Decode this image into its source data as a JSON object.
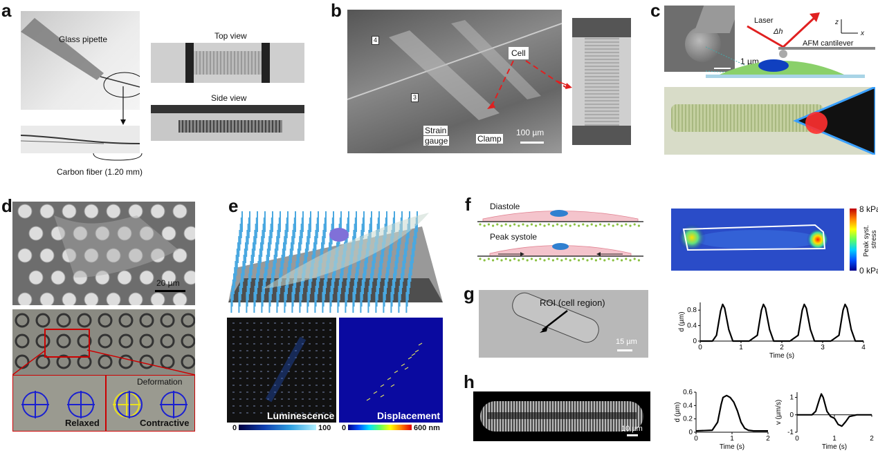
{
  "panels": {
    "a": {
      "letter": "a",
      "glass_pipette": "Glass pipette",
      "top_view": "Top view",
      "side_view": "Side view",
      "carbon_fiber": "Carbon fiber (1.20 mm)"
    },
    "b": {
      "letter": "b",
      "cell": "Cell",
      "strain_gauge_1": "Strain",
      "strain_gauge_2": "gauge",
      "clamp": "Clamp",
      "scale": "100 µm",
      "box4": "4",
      "box3": "3"
    },
    "c": {
      "letter": "c",
      "scale": "1 µm",
      "laser": "Laser",
      "dh": "Δh",
      "afm": "AFM cantilever",
      "axis_z": "z",
      "axis_x": "x"
    },
    "d": {
      "letter": "d",
      "scale": "20 µm",
      "deformation": "Deformation",
      "relaxed": "Relaxed",
      "contractive": "Contractive"
    },
    "e": {
      "letter": "e",
      "luminescence": "Luminescence",
      "displacement": "Displacement",
      "cb1_min": "0",
      "cb1_max": "100",
      "cb2_min": "0",
      "cb2_max": "600 nm"
    },
    "f": {
      "letter": "f",
      "diastole": "Diastole",
      "peak_systole": "Peak systole",
      "cb_max": "8 kPa",
      "cb_min": "0 kPa",
      "cb_title_1": "Peak syst.",
      "cb_title_2": "stress"
    },
    "g": {
      "letter": "g",
      "roi": "ROI (cell region)",
      "scale": "15 µm"
    },
    "h": {
      "letter": "h",
      "scale": "10 µm"
    }
  },
  "chart_data": [
    {
      "type": "line",
      "panel": "g",
      "xlabel": "Time (s)",
      "ylabel": "d (µm)",
      "xlim": [
        0,
        4
      ],
      "ylim": [
        0,
        1.0
      ],
      "xticks": [
        "0",
        "1",
        "2",
        "3",
        "4"
      ],
      "yticks": [
        "0",
        "0.4",
        "0.8"
      ],
      "series": [
        {
          "x": [
            0,
            0.3,
            0.4,
            0.5,
            0.55,
            0.6,
            0.7,
            0.8,
            1.2,
            1.4,
            1.5,
            1.55,
            1.6,
            1.7,
            1.8,
            2.2,
            2.4,
            2.5,
            2.55,
            2.6,
            2.7,
            2.8,
            3.2,
            3.4,
            3.5,
            3.55,
            3.6,
            3.7,
            3.8,
            4.0
          ],
          "y": [
            0,
            0,
            0.15,
            0.78,
            0.95,
            0.85,
            0.3,
            0,
            0,
            0.15,
            0.8,
            0.95,
            0.85,
            0.3,
            0,
            0,
            0.15,
            0.8,
            0.95,
            0.85,
            0.3,
            0,
            0,
            0.15,
            0.8,
            0.95,
            0.85,
            0.3,
            0,
            0
          ]
        }
      ]
    },
    {
      "type": "line",
      "panel": "h-left",
      "xlabel": "Time (s)",
      "ylabel": "d (µm)",
      "xlim": [
        0,
        2
      ],
      "ylim": [
        0,
        0.6
      ],
      "xticks": [
        "0",
        "1",
        "2"
      ],
      "yticks": [
        "0",
        "0.2",
        "0.4",
        "0.6"
      ],
      "series": [
        {
          "x": [
            0,
            0.45,
            0.6,
            0.7,
            0.75,
            0.85,
            0.95,
            1.05,
            1.15,
            1.25,
            1.35,
            1.45,
            1.6,
            1.8,
            2.0
          ],
          "y": [
            0.02,
            0.03,
            0.15,
            0.42,
            0.52,
            0.55,
            0.52,
            0.45,
            0.32,
            0.15,
            0.06,
            0.03,
            0.02,
            0.02,
            0.02
          ]
        }
      ]
    },
    {
      "type": "line",
      "panel": "h-right",
      "xlabel": "Time (s)",
      "ylabel": "v (µm/s)",
      "xlim": [
        0,
        2
      ],
      "ylim": [
        -1,
        1.3
      ],
      "xticks": [
        "0",
        "1",
        "2"
      ],
      "yticks": [
        "-1",
        "0",
        "1"
      ],
      "series": [
        {
          "x": [
            0,
            0.4,
            0.5,
            0.6,
            0.65,
            0.7,
            0.8,
            0.9,
            1.0,
            1.1,
            1.2,
            1.3,
            1.4,
            1.6,
            1.8,
            2.0
          ],
          "y": [
            0,
            0,
            0.2,
            0.9,
            1.2,
            1.0,
            0.2,
            -0.1,
            -0.2,
            -0.55,
            -0.65,
            -0.4,
            -0.1,
            0,
            0,
            0
          ]
        }
      ]
    }
  ]
}
